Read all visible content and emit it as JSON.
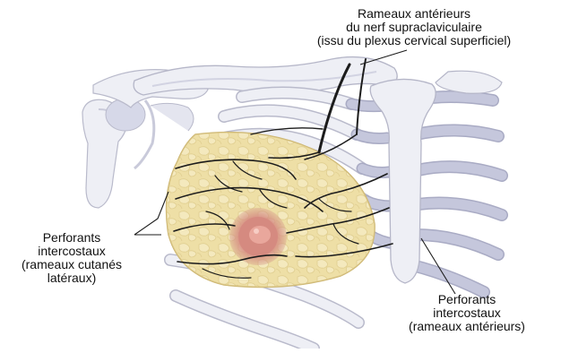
{
  "labels": {
    "supraclavicular": [
      "Rameaux antérieurs",
      "du nerf supraclaviculaire",
      "(issu du plexus cervical superficiel)"
    ],
    "intercostal_lateral": [
      "Perforants",
      "intercostaux",
      "(rameaux cutanés",
      "latéraux)"
    ],
    "intercostal_anterior": [
      "Perforants",
      "intercostaux",
      "(rameaux antérieurs)"
    ]
  },
  "colors": {
    "bone": "#eeeff5",
    "bone_shadow": "#c9cada",
    "rib": "#e6e7f0",
    "cartilage": "#c5c7dc",
    "breast": "#eedfa7",
    "breast_edge": "#cdb672",
    "lobule": "#f7eec8",
    "areola": "#d58a80",
    "nipple": "#e9a79c",
    "nerve": "#1c1c1c"
  }
}
